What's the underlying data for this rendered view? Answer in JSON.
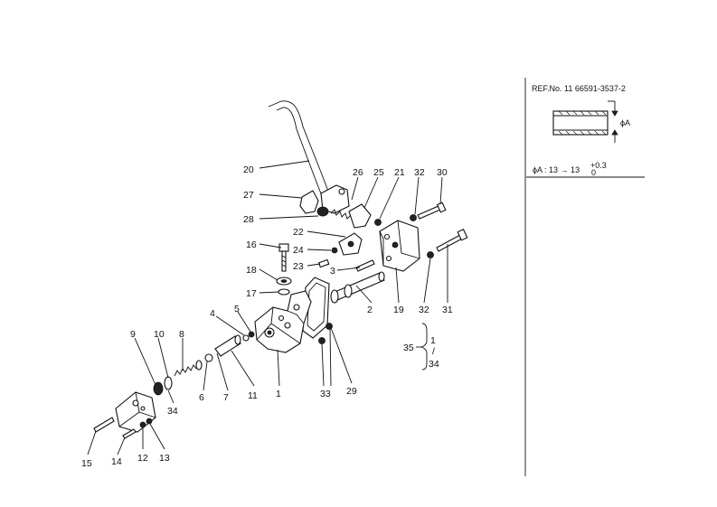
{
  "ref": {
    "number": "REF.No. 11 66591-3537-2",
    "dimension_label": "ϕA",
    "dimension_spec": "ϕA : 13 → 13",
    "tolerance_upper": "+0.3",
    "tolerance_lower": "0"
  },
  "callouts": [
    "1",
    "2",
    "3",
    "4",
    "5",
    "6",
    "7",
    "8",
    "9",
    "10",
    "11",
    "12",
    "13",
    "14",
    "15",
    "16",
    "17",
    "18",
    "19",
    "20",
    "21",
    "22",
    "23",
    "24",
    "25",
    "26",
    "27",
    "28",
    "29",
    "30",
    "31",
    "32",
    "32",
    "33",
    "34",
    "34"
  ],
  "kit": {
    "main": "35",
    "brace_items": [
      "1",
      "/",
      "34"
    ]
  }
}
